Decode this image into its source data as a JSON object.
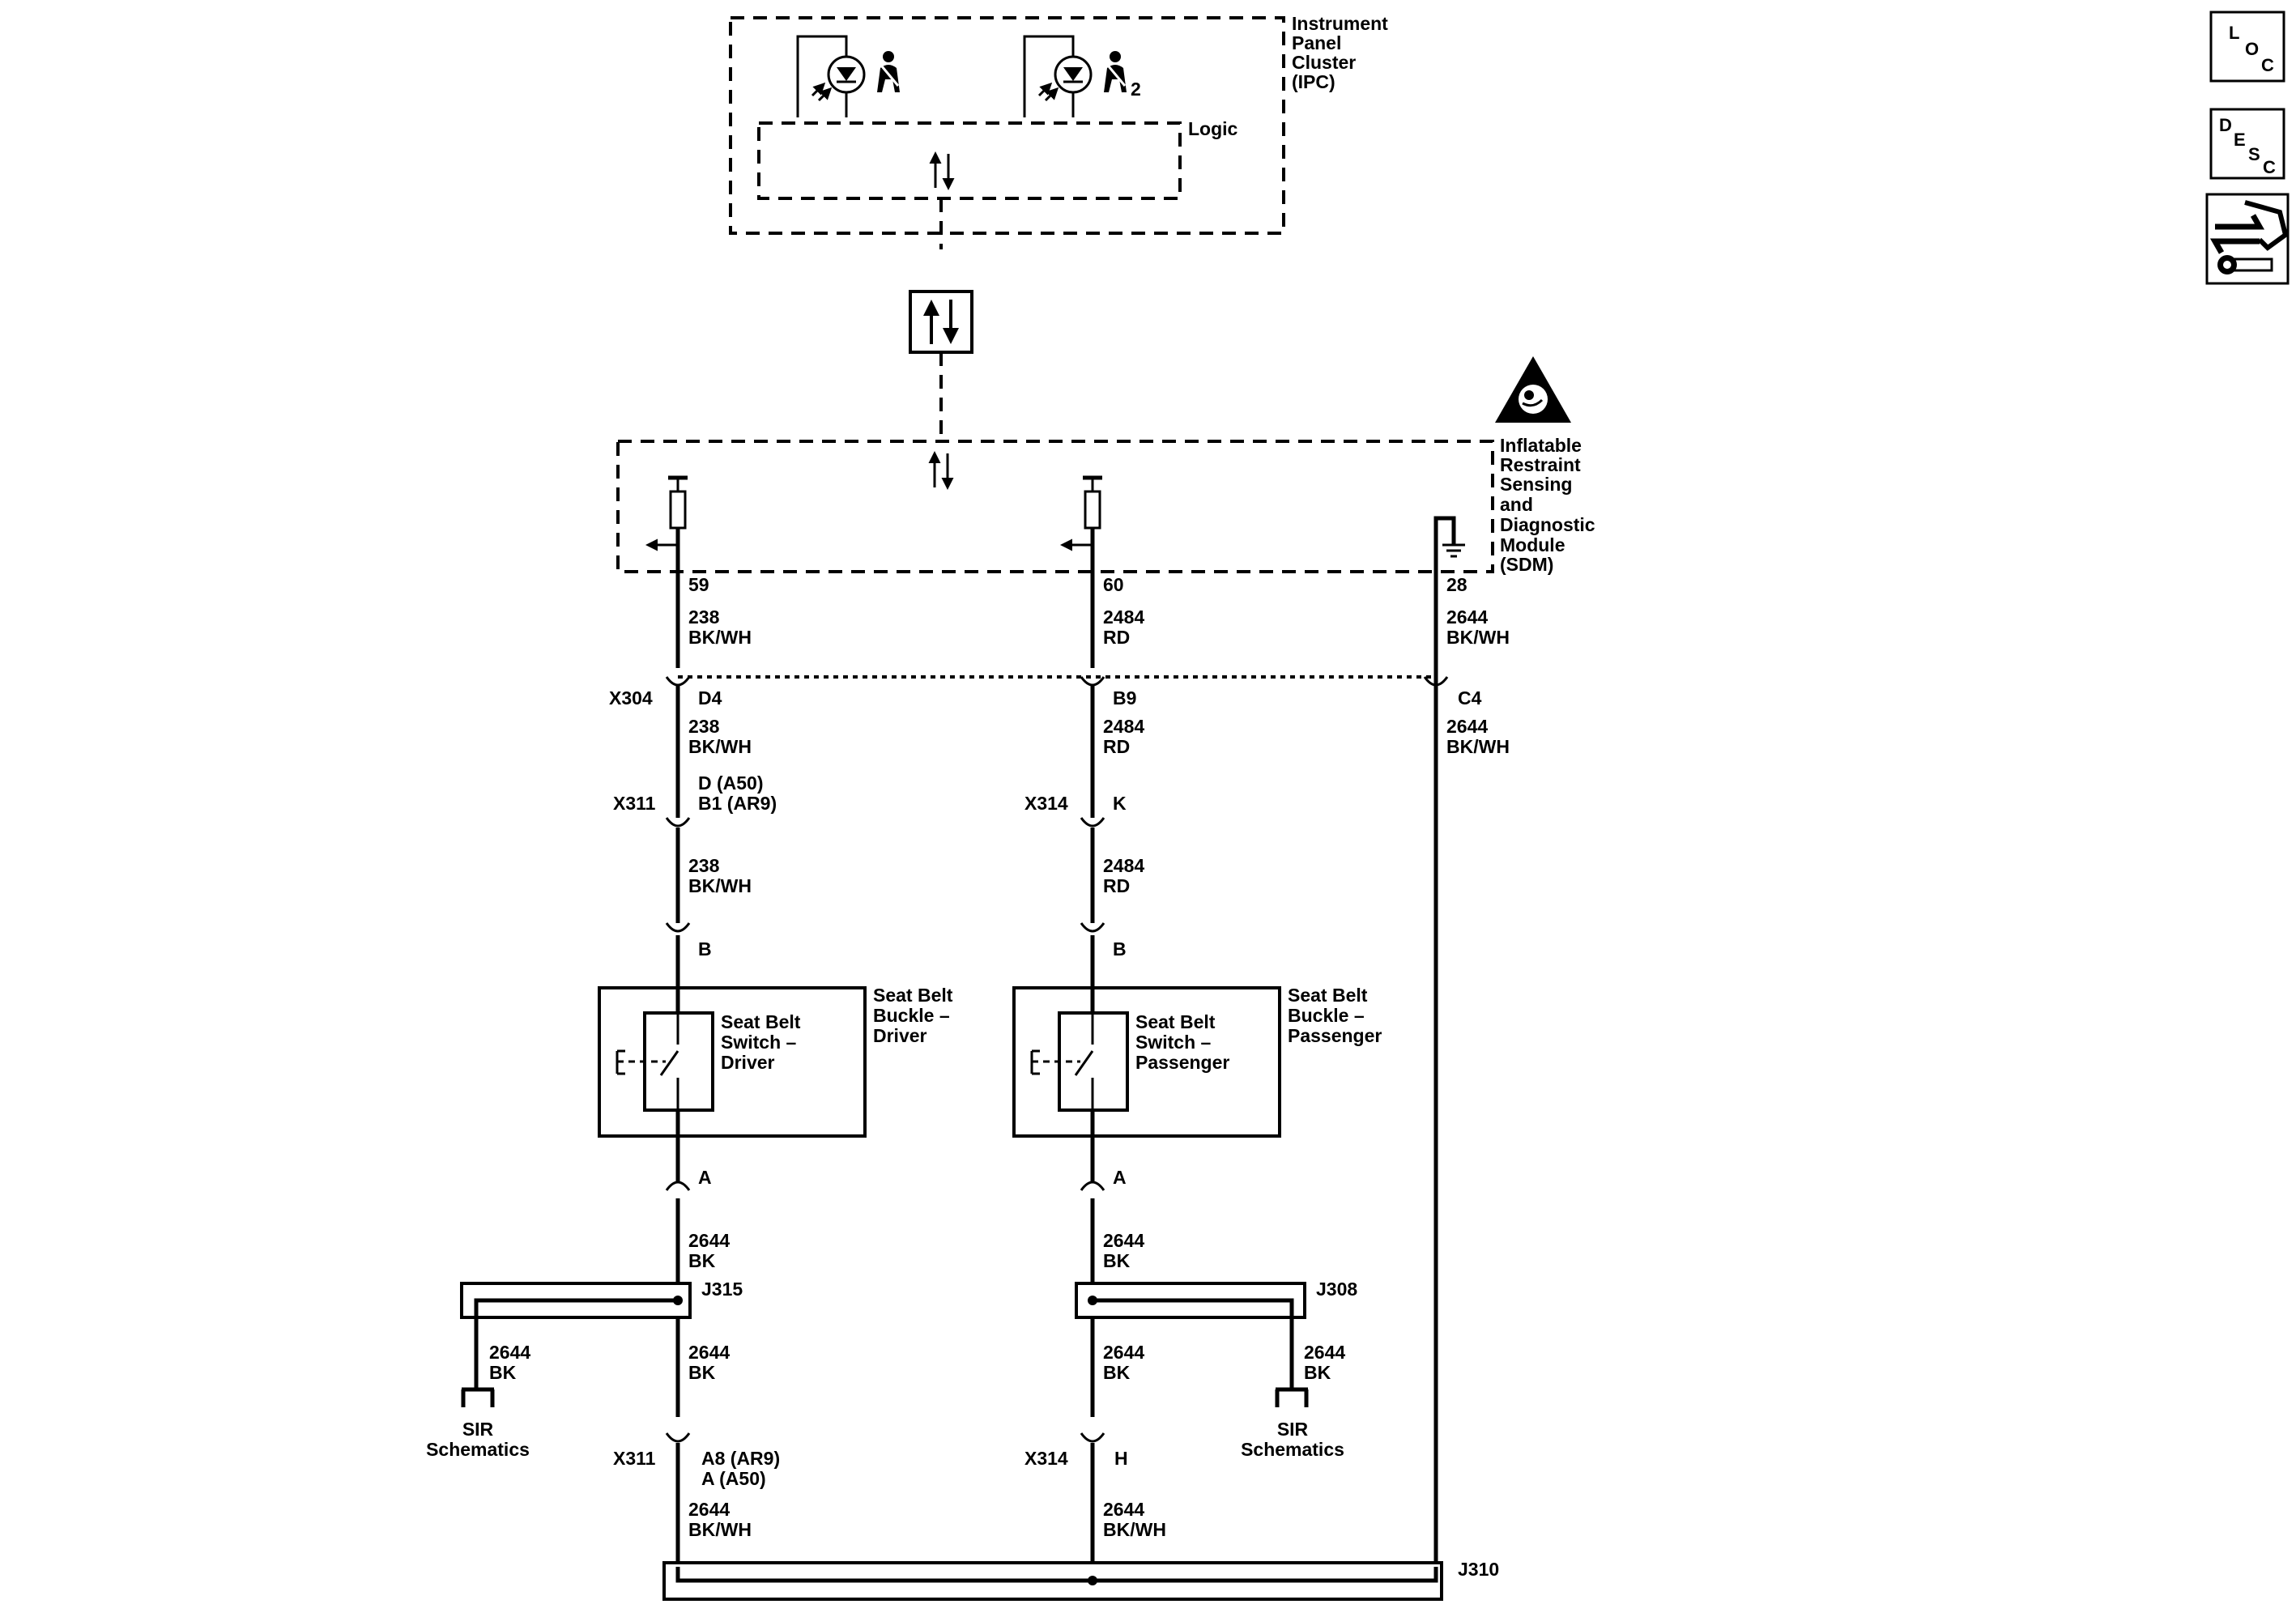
{
  "modules": {
    "ipc": [
      "Instrument",
      "Panel",
      "Cluster",
      "(IPC)"
    ],
    "ipc_sub": "2",
    "logic": "Logic",
    "sdm": [
      "Inflatable",
      "Restraint",
      "Sensing",
      "and",
      "Diagnostic",
      "Module",
      "(SDM)"
    ]
  },
  "nav": {
    "loc": [
      "L",
      "O",
      "C"
    ],
    "desc": [
      "D",
      "E",
      "S",
      "C"
    ],
    "connector_icon": "connector-end-view-icon"
  },
  "pins": {
    "sdm_driver": "59",
    "sdm_passenger": "60",
    "sdm_ground": "28"
  },
  "wires": {
    "driver_top": [
      "238",
      "BK/WH"
    ],
    "passenger_top": [
      "2484",
      "RD"
    ],
    "ground_top": [
      "2644",
      "BK/WH"
    ],
    "driver_mid1": [
      "238",
      "BK/WH"
    ],
    "passenger_mid1": [
      "2484",
      "RD"
    ],
    "ground_mid": [
      "2644",
      "BK/WH"
    ],
    "driver_mid2": [
      "238",
      "BK/WH"
    ],
    "passenger_mid2": [
      "2484",
      "RD"
    ],
    "driver_low1": [
      "2644",
      "BK"
    ],
    "passenger_low1": [
      "2644",
      "BK"
    ],
    "driver_branch": [
      "2644",
      "BK"
    ],
    "passenger_branch": [
      "2644",
      "BK"
    ],
    "driver_low2": [
      "2644",
      "BK"
    ],
    "passenger_low2": [
      "2644",
      "BK"
    ],
    "driver_bottom": [
      "2644",
      "BK/WH"
    ],
    "passenger_bottom": [
      "2644",
      "BK/WH"
    ]
  },
  "connectors": {
    "x304": "X304",
    "x304_driver_pin": "D4",
    "x304_passenger_pin": "B9",
    "x304_ground_pin": "C4",
    "x311_top": "X311",
    "x311_top_pins": [
      "D (A50)",
      "B1 (AR9)"
    ],
    "x314_top": "X314",
    "x314_top_pin": "K",
    "buckle_driver_top_pin": "B",
    "buckle_passenger_top_pin": "B",
    "buckle_driver_bottom_pin": "A",
    "buckle_passenger_bottom_pin": "A",
    "x311_bottom": "X311",
    "x311_bottom_pins": [
      "A8 (AR9)",
      "A (A50)"
    ],
    "x314_bottom": "X314",
    "x314_bottom_pin": "H"
  },
  "splices": {
    "driver": "J315",
    "passenger": "J308",
    "ground": "J310"
  },
  "components": {
    "driver_switch": [
      "Seat Belt",
      "Switch –",
      "Driver"
    ],
    "driver_buckle": [
      "Seat Belt",
      "Buckle –",
      "Driver"
    ],
    "passenger_switch": [
      "Seat Belt",
      "Switch –",
      "Passenger"
    ],
    "passenger_buckle": [
      "Seat Belt",
      "Buckle –",
      "Passenger"
    ]
  },
  "references": {
    "driver_sir": [
      "SIR",
      "Schematics"
    ],
    "passenger_sir": [
      "SIR",
      "Schematics"
    ]
  }
}
